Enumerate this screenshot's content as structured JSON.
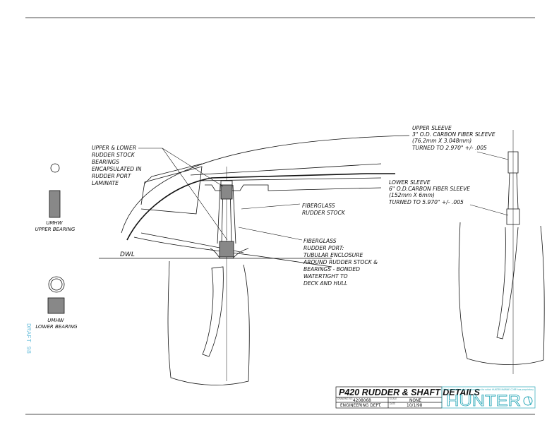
{
  "callouts": {
    "bearings_note": [
      "UPPER & LOWER",
      "RUDDER STOCK",
      "BEARINGS",
      "ENCAPSULATED IN",
      "RUDDER PORT",
      "LAMINATE"
    ],
    "rudder_stock": [
      "FIBERGLASS",
      "RUDDER STOCK"
    ],
    "rudder_port": [
      "FIBERGLASS",
      "RUDDER PORT:",
      "TUBULAR ENCLOSURE",
      "AROUND RUDDER STOCK &",
      "BEARINGS - BONDED",
      "WATERTIGHT TO",
      "DECK AND HULL"
    ],
    "dwl": "DWL",
    "upper_sleeve": [
      "UPPER SLEEVE",
      "3\" O.D. CARBON FIBER SLEEVE",
      "(76.2mm X 3.048mm)",
      "TURNED TO 2.970\" +/- .005"
    ],
    "lower_sleeve": [
      "LOWER SLEEVE",
      "6\" O.D.CARBON FIBER SLEEVE",
      "(152mm X 6mm)",
      "TURNED TO 5.970\" +/- .005"
    ]
  },
  "bearings": {
    "upper": [
      "UMHW",
      "UPPER BEARING"
    ],
    "lower": [
      "UMHW",
      "LOWER BEARING"
    ]
  },
  "side_stamp": "DRAFT 98",
  "title_block": {
    "title": "P420 RUDDER & SHAFT DETAILS",
    "drawing_no_label": "DRAWING NO.",
    "drawing_no": "4208068",
    "scale_label": "SCALE",
    "scale": "NONE",
    "department": "ENGINEERING DEPT.",
    "date_label": "DATE",
    "date": "10/1/98",
    "notice": "this document contains information for which HUNTER MARINE CORP. has proprietary",
    "logo": "HUNTER"
  },
  "colors": {
    "line": "#111111",
    "cyan": "#2aa8b8",
    "stamp": "#7cc6e0"
  }
}
